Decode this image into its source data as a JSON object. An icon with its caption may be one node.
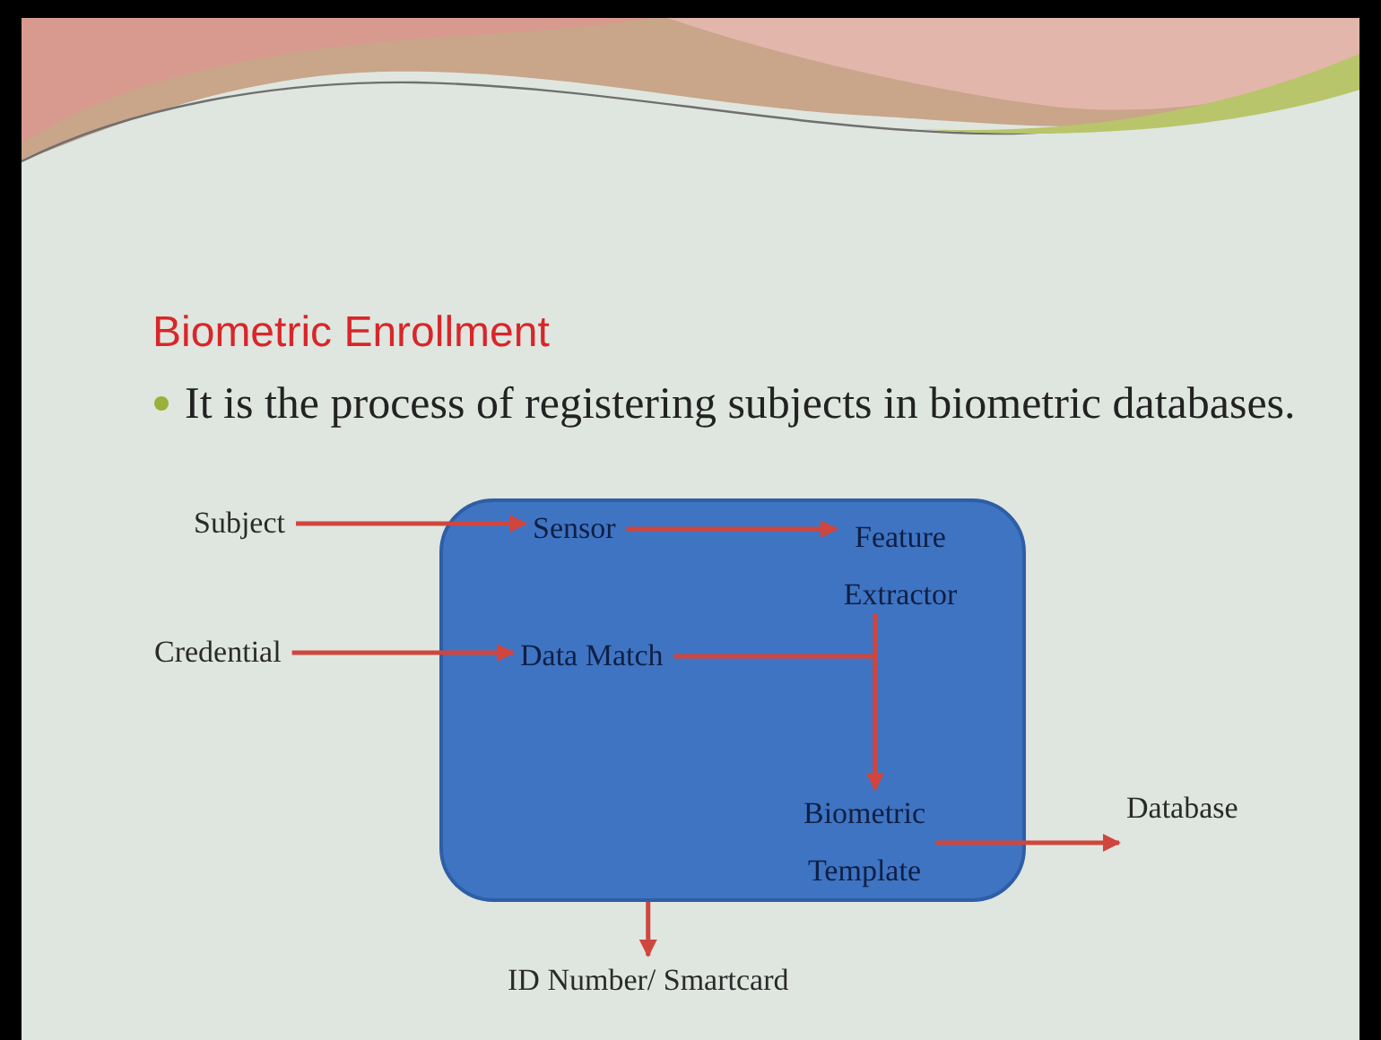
{
  "diagram": {
    "title": "Biometric Enrollment",
    "nodes": [
      {
        "text": [],
        "shape": "box"
      },
      {
        "text": [
          "Subject"
        ]
      },
      {
        "text": [
          "Sensor"
        ],
        "in": 0
      },
      {
        "text": [
          "Feature Extractor"
        ],
        "in": 0
      },
      {
        "text": [
          "Credential"
        ]
      },
      {
        "text": [
          "Data Match"
        ],
        "in": 0
      },
      {
        "text": [
          "Biometric Template"
        ],
        "in": 0
      },
      {
        "text": [
          "Database"
        ]
      },
      {
        "text": [
          "ID Number/ Smartcard"
        ]
      }
    ],
    "edges": [
      {
        "from": 1,
        "to": 2,
        "arrow": "to"
      },
      {
        "from": 2,
        "to": 3,
        "arrow": "to"
      },
      {
        "from": 4,
        "to": 5,
        "arrow": "to"
      },
      {
        "from": 5,
        "to": 6,
        "arrow": "to"
      },
      {
        "from": 3,
        "to": 6,
        "arrow": "to"
      },
      {
        "from": 6,
        "to": 7,
        "arrow": "to"
      },
      {
        "from": 0,
        "to": 8,
        "arrow": "to"
      }
    ],
    "labels": [
      "It is the process of registering subjects in biometric databases."
    ]
  }
}
